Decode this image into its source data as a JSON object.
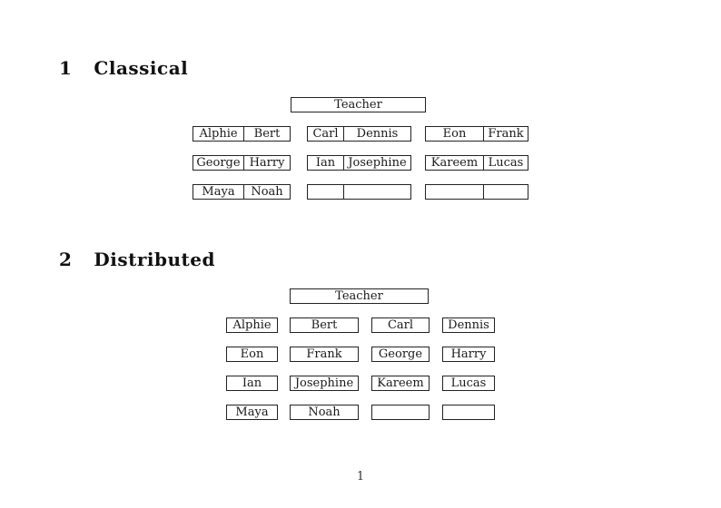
{
  "page": {
    "number": "1"
  },
  "sections": [
    {
      "number": "1",
      "title": "Classical",
      "teacher_label": "Teacher",
      "desks": [
        [
          "Alphie",
          "Bert"
        ],
        [
          "Carl",
          "Dennis"
        ],
        [
          "Eon",
          "Frank"
        ],
        [
          "George",
          "Harry"
        ],
        [
          "Ian",
          "Josephine"
        ],
        [
          "Kareem",
          "Lucas"
        ],
        [
          "Maya",
          "Noah"
        ],
        [
          "",
          ""
        ],
        [
          "",
          ""
        ]
      ]
    },
    {
      "number": "2",
      "title": "Distributed",
      "teacher_label": "Teacher",
      "desks": [
        "Alphie",
        "Bert",
        "Carl",
        "Dennis",
        "Eon",
        "Frank",
        "George",
        "Harry",
        "Ian",
        "Josephine",
        "Kareem",
        "Lucas",
        "Maya",
        "Noah",
        "",
        ""
      ]
    }
  ]
}
